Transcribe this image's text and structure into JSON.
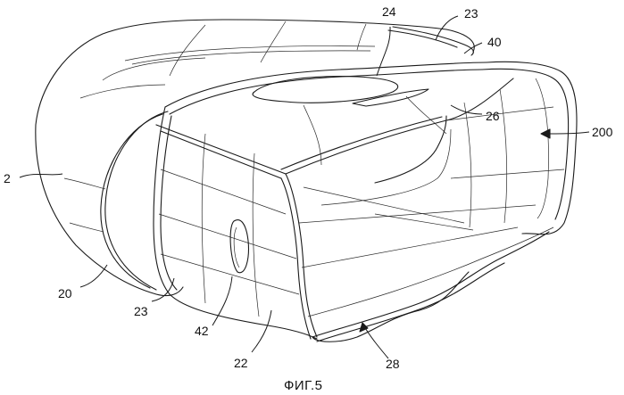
{
  "figure": {
    "caption": "ФИГ.5",
    "references": {
      "r2": "2",
      "r20": "20",
      "r22": "22",
      "r23a": "23",
      "r23b": "23",
      "r24": "24",
      "r26": "26",
      "r28": "28",
      "r40": "40",
      "r42": "42",
      "r200": "200"
    }
  }
}
